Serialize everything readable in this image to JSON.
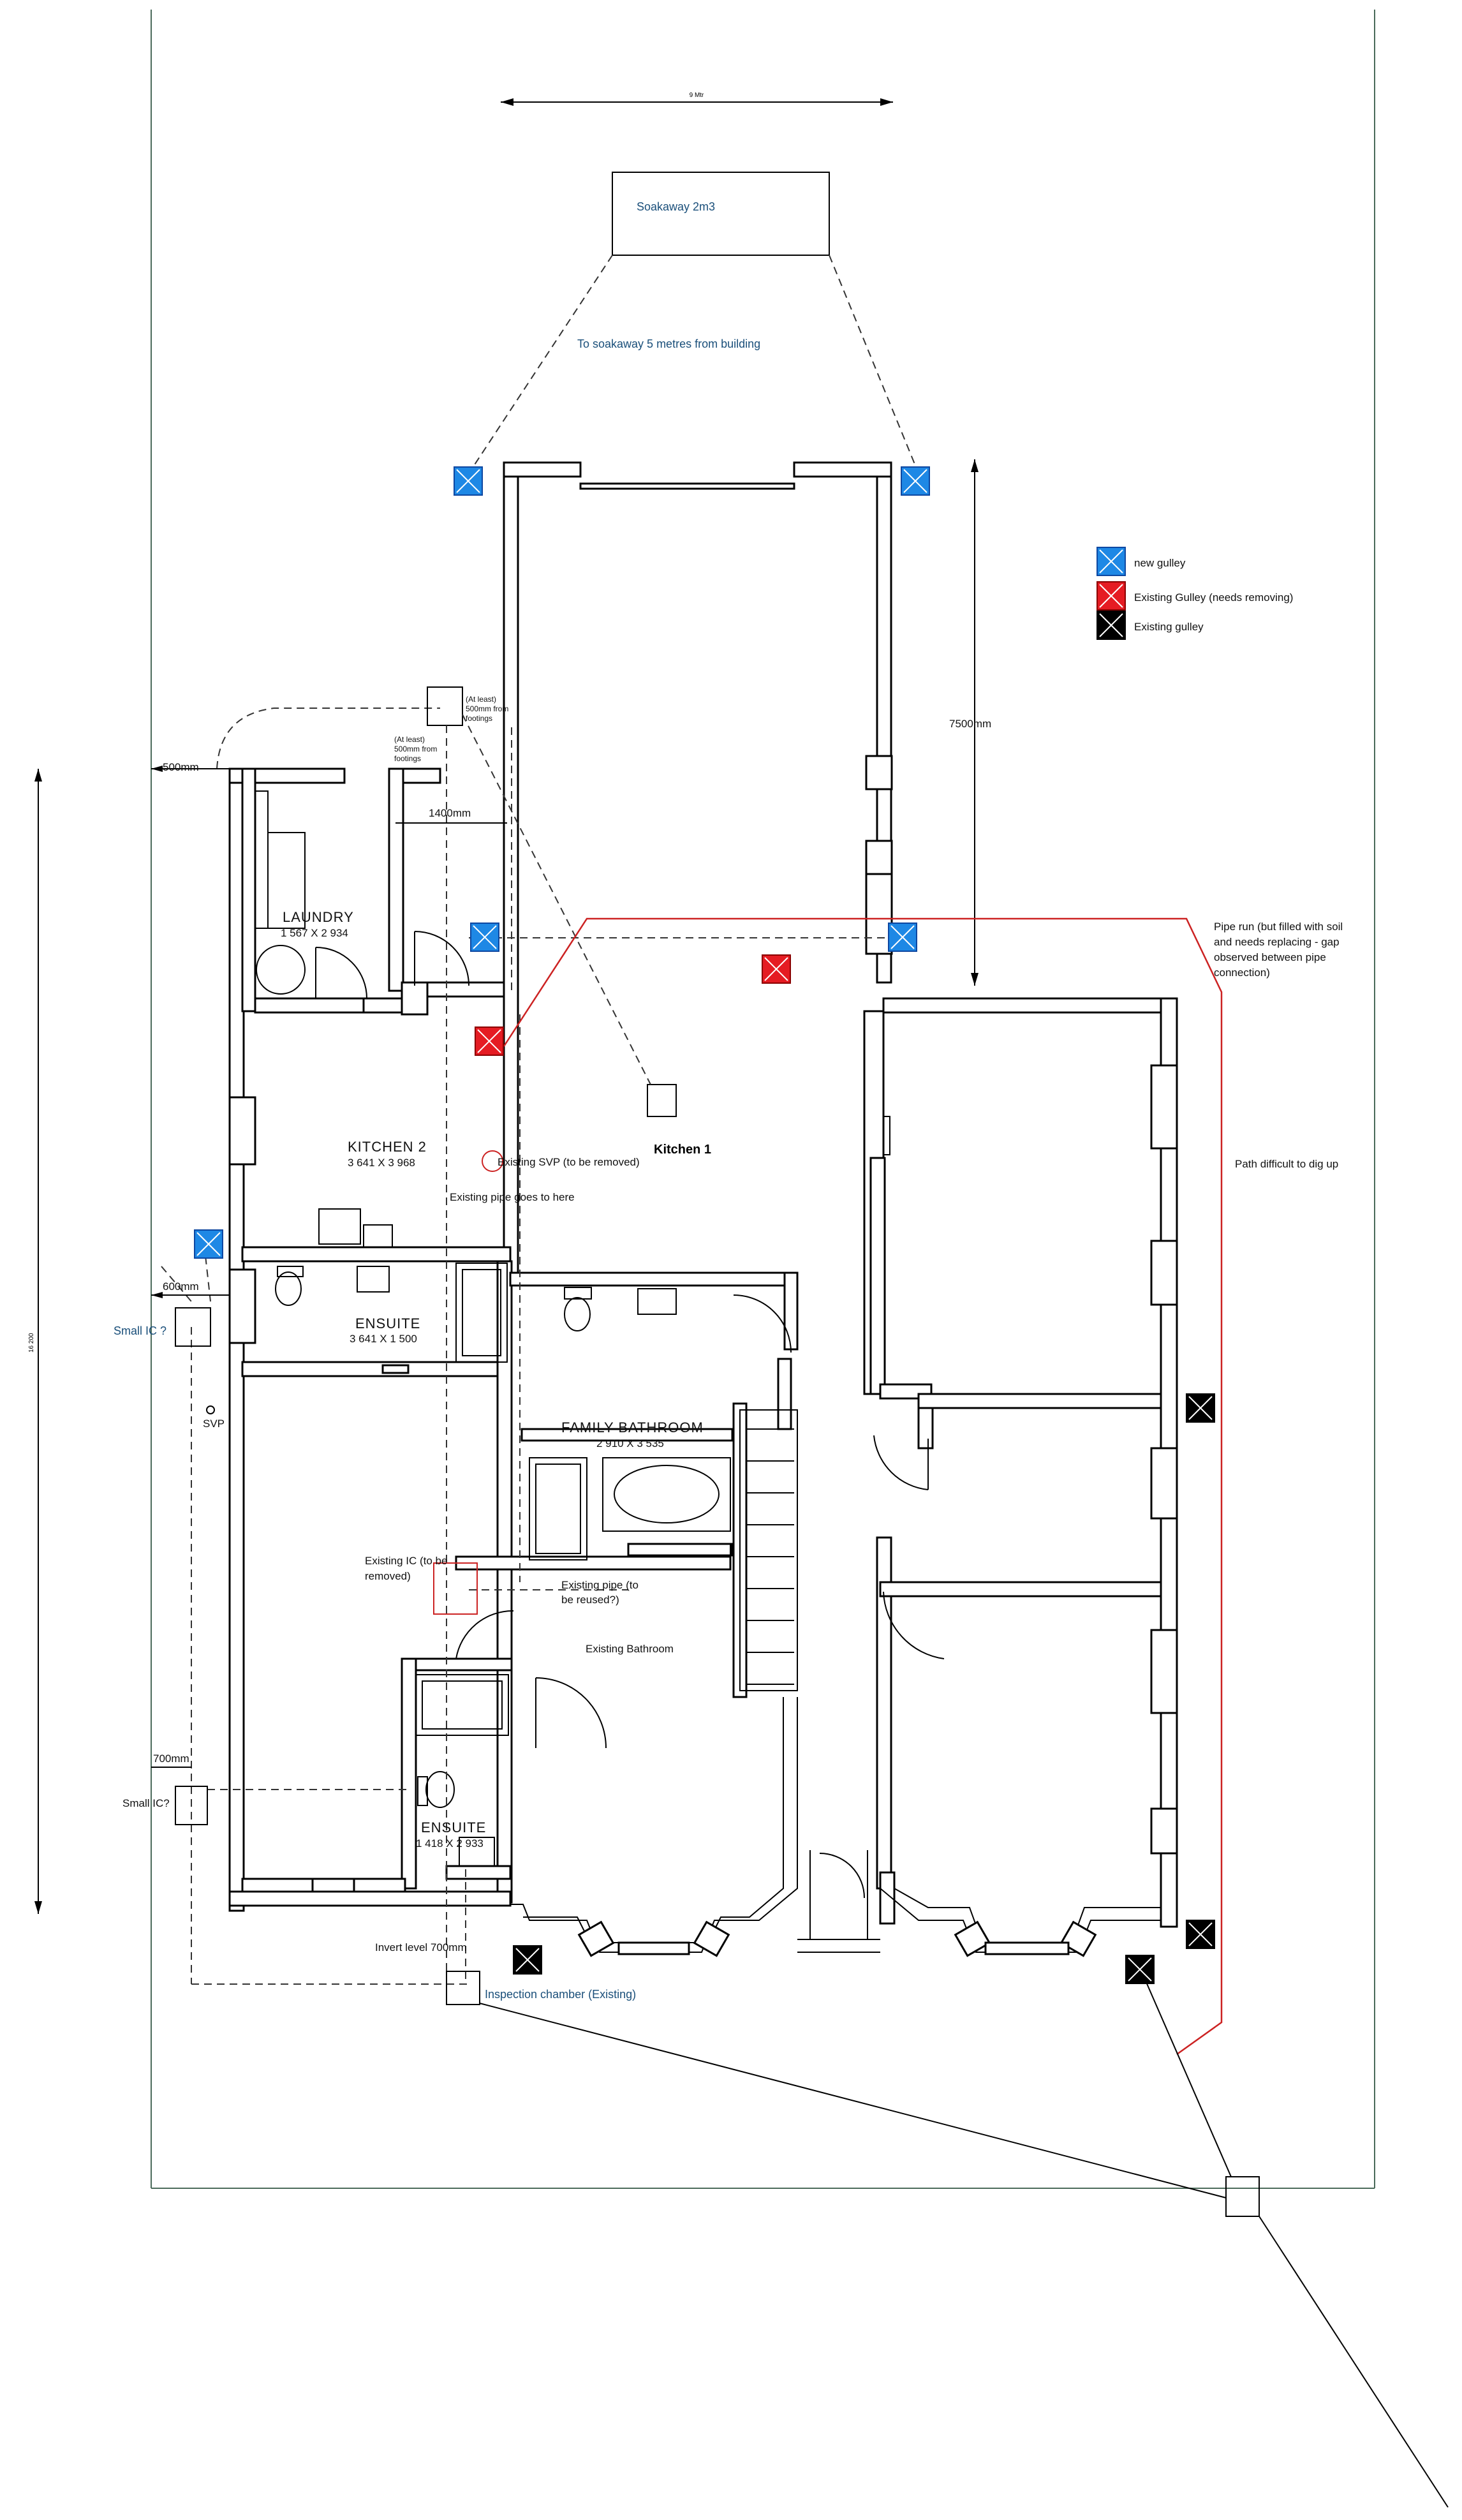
{
  "title_dimension": "9 Mtr",
  "soakaway": {
    "label": "Soakaway 2m3",
    "note": "To soakaway 5 metres from building"
  },
  "legend": {
    "items": [
      {
        "label": "new gulley",
        "color": "#1e88e5",
        "icon": "new-gulley-icon"
      },
      {
        "label": "Existing Gulley (needs removing)",
        "color": "#e51c23",
        "icon": "existing-gulley-remove-icon"
      },
      {
        "label": "Existing gulley",
        "color": "#000000",
        "icon": "existing-gulley-icon"
      }
    ]
  },
  "dimensions": {
    "d7500": "7500mm",
    "d500": "500mm",
    "d1400": "1400mm",
    "d600": "600mm",
    "d700": "700mm",
    "side_total": "16 200"
  },
  "notes": {
    "footing1": [
      "(At least)",
      "500mm from",
      "footings"
    ],
    "footing2": [
      "(At least)",
      "500mm from",
      "footings"
    ],
    "pipe_run": [
      "Pipe run (but filled with soil",
      "and needs replacing - gap",
      "observed between pipe",
      "connection)"
    ],
    "path_difficult": "Path difficult to dig up",
    "existing_svp": "Existing SVP (to be removed)",
    "existing_pipe_goes": "Existing pipe goes to here",
    "small_ic_1": "Small IC ?",
    "small_ic_2": "Small IC?",
    "svp": "SVP",
    "existing_ic": [
      "Existing IC (to be",
      "removed)"
    ],
    "existing_pipe_reused": [
      "Existing pipe (to",
      "be reused?)"
    ],
    "invert_level": "Invert level 700mm",
    "inspection_chamber": "Inspection chamber (Existing)"
  },
  "rooms": {
    "laundry": {
      "name": "LAUNDRY",
      "size": "1 567 X 2 934"
    },
    "kitchen2": {
      "name": "KITCHEN 2",
      "size": "3 641 X 3 968"
    },
    "kitchen1": {
      "name": "Kitchen 1"
    },
    "ensuite_top": {
      "name": "ENSUITE",
      "size": "3 641 X 1 500"
    },
    "family_bathroom": {
      "name": "FAMILY BATHROOM",
      "size": "2 910 X 3 535"
    },
    "existing_bathroom": {
      "name": "Existing Bathroom"
    },
    "ensuite_bottom": {
      "name": "ENSUITE",
      "size": "1 418 X 2 933"
    }
  },
  "colors": {
    "new_gulley": "#1e88e5",
    "existing_gulley_remove": "#e51c23",
    "existing_gulley": "#000000",
    "pipe_red": "#cc2222",
    "label_blue": "#1a4f7a"
  }
}
